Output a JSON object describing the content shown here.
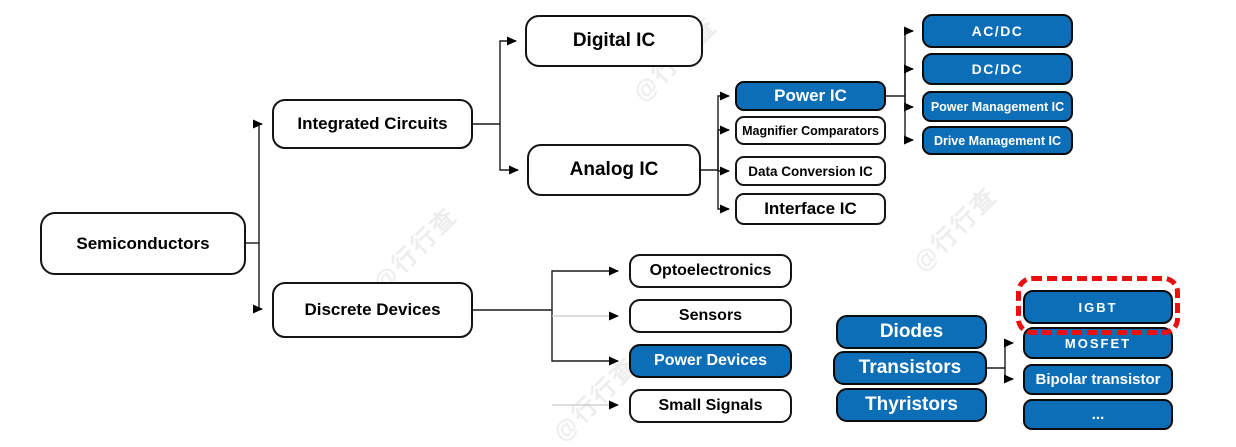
{
  "diagram_title": "Semiconductor classification tree",
  "colors": {
    "node_blue": "#0d6eb8",
    "highlight_red": "#ea100e",
    "line_black": "#1a1a1a",
    "line_light": "#c9c9c9"
  },
  "watermark": {
    "text": "@行行查"
  },
  "nodes": {
    "semiconductors": {
      "label": "Semiconductors"
    },
    "integrated_circuits": {
      "label": "Integrated Circuits"
    },
    "discrete_devices": {
      "label": "Discrete Devices"
    },
    "digital_ic": {
      "label": "Digital IC"
    },
    "analog_ic": {
      "label": "Analog IC"
    },
    "power_ic": {
      "label": "Power IC"
    },
    "magnifier_comparators": {
      "label": "Magnifier Comparators"
    },
    "data_conversion_ic": {
      "label": "Data Conversion IC"
    },
    "interface_ic": {
      "label": "Interface IC"
    },
    "ac_dc": {
      "label": "AC/DC"
    },
    "dc_dc": {
      "label": "DC/DC"
    },
    "power_management_ic": {
      "label": "Power Management IC"
    },
    "drive_management_ic": {
      "label": "Drive Management IC"
    },
    "optoelectronics": {
      "label": "Optoelectronics"
    },
    "sensors": {
      "label": "Sensors"
    },
    "power_devices": {
      "label": "Power Devices"
    },
    "small_signals": {
      "label": "Small Signals"
    },
    "diodes": {
      "label": "Diodes"
    },
    "transistors": {
      "label": "Transistors"
    },
    "thyristors": {
      "label": "Thyristors"
    },
    "igbt": {
      "label": "IGBT"
    },
    "mosfet": {
      "label": "MOSFET"
    },
    "bipolar_transistor": {
      "label": "Bipolar transistor"
    },
    "more": {
      "label": "..."
    }
  }
}
